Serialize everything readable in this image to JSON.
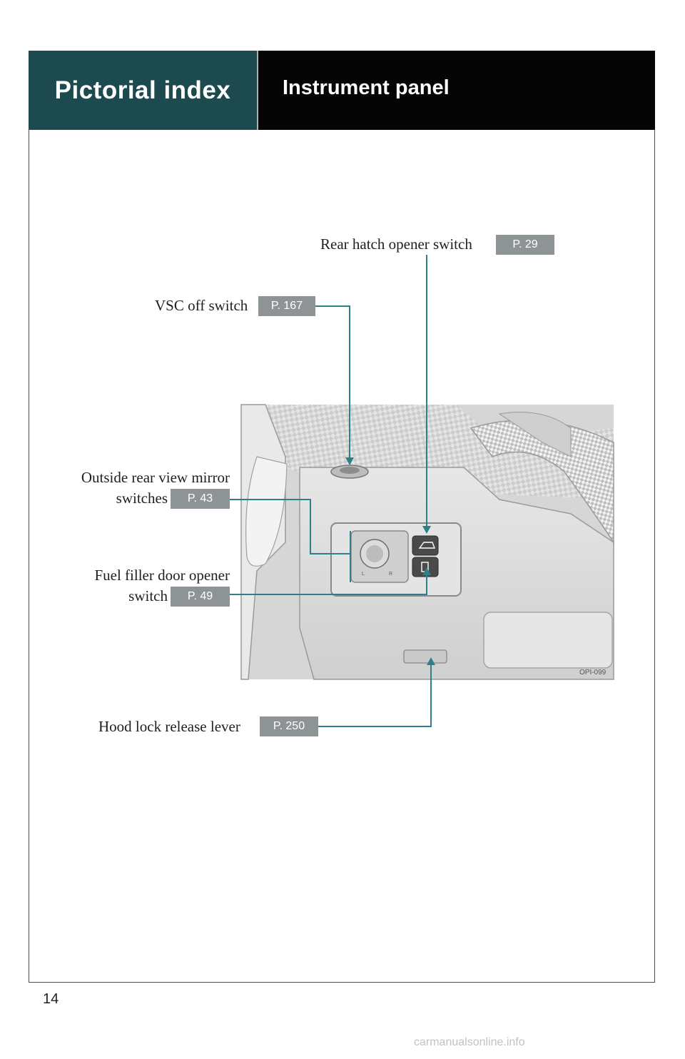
{
  "header": {
    "section": "Pictorial index",
    "title": "Instrument panel"
  },
  "callouts": {
    "rear_hatch": {
      "label": "Rear hatch opener switch",
      "ref": "P. 29"
    },
    "vsc": {
      "label": "VSC off switch",
      "ref": "P. 167"
    },
    "mirror": {
      "label_line1": "Outside rear view mirror",
      "label_line2": "switches",
      "ref": "P. 43"
    },
    "fuel": {
      "label_line1": "Fuel filler door opener",
      "label_line2": "switch",
      "ref": "P. 49"
    },
    "hood": {
      "label": "Hood lock release lever",
      "ref": "P. 250"
    }
  },
  "figure": {
    "code": "OPI-099",
    "colors": {
      "leader": "#2f7f8b",
      "panel": "#d9d9d9",
      "shade": "#b9b9b9"
    }
  },
  "footer": {
    "page_number": "14",
    "watermark": "carmanualsonline.info"
  }
}
